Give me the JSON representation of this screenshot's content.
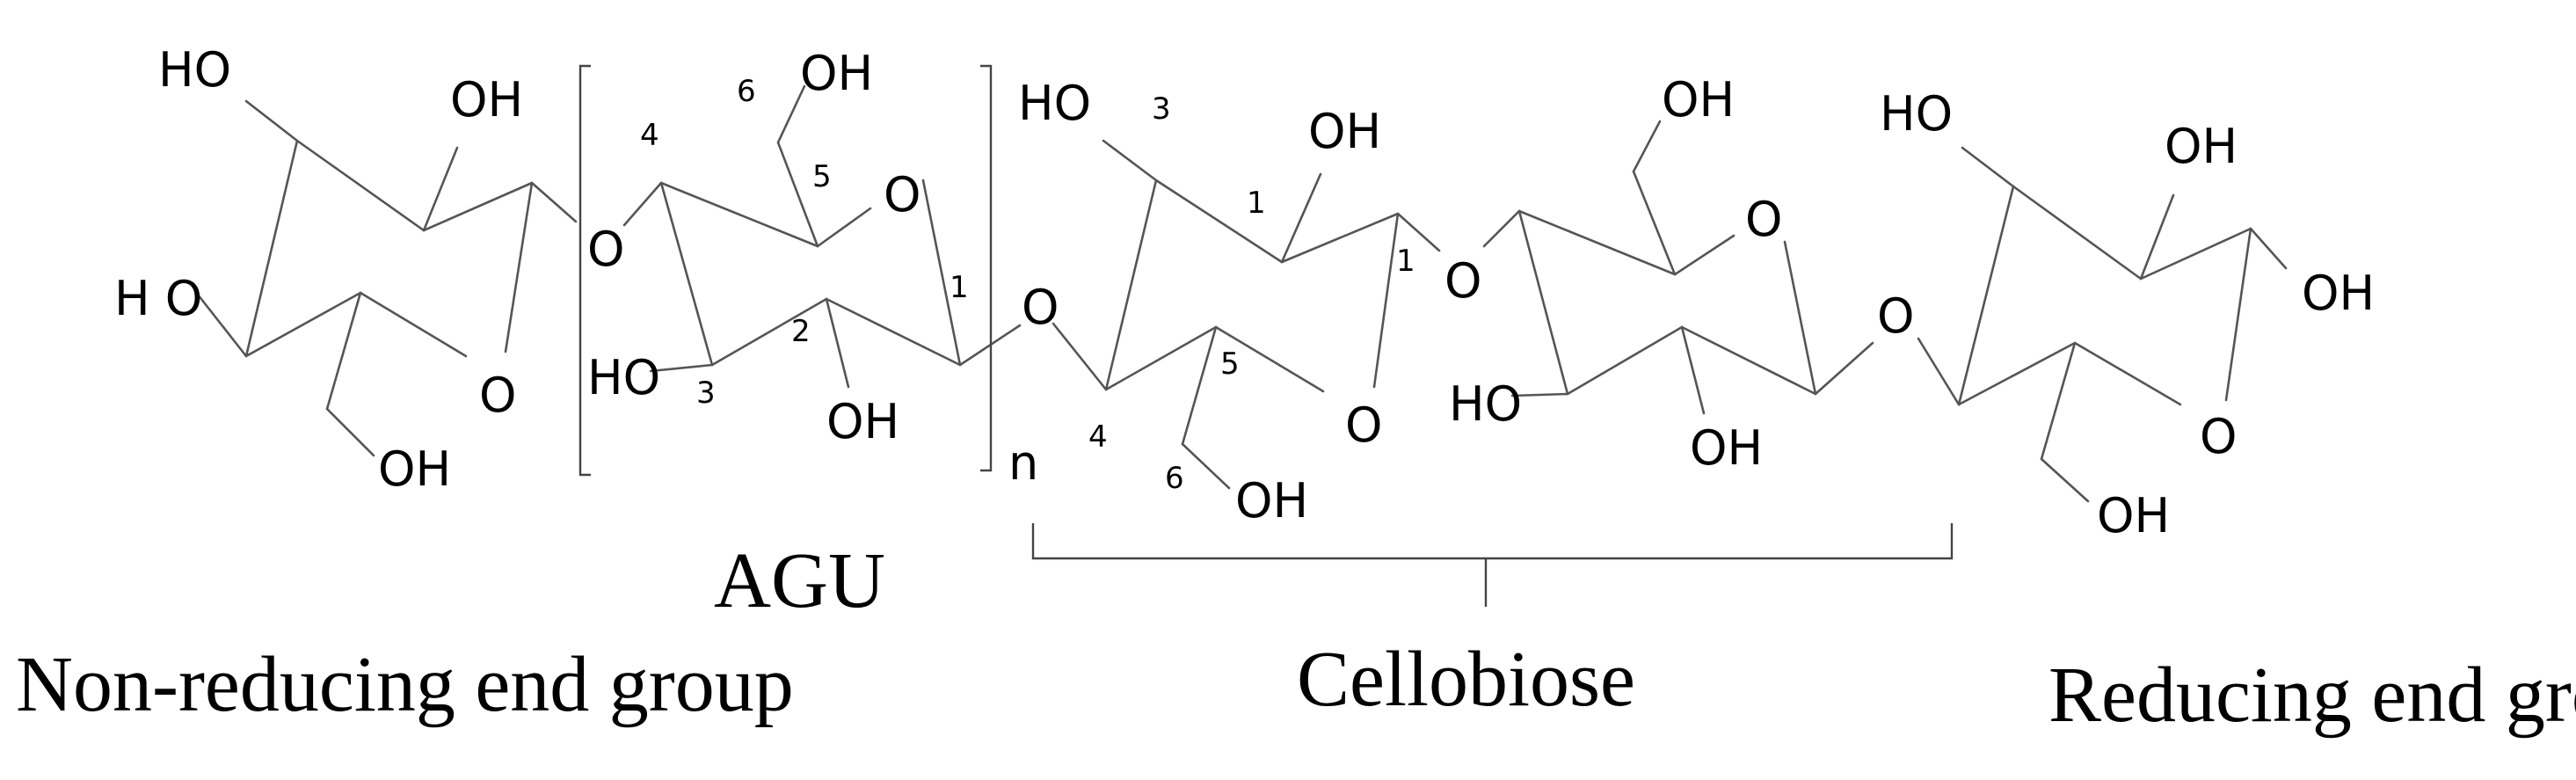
{
  "labels": {
    "ho": "HO",
    "oh": "OH",
    "o": "O",
    "n": "n",
    "h_space_o": "H O",
    "agu": "AGU",
    "cellobiose": "Cellobiose",
    "non_reducing": "Non-reducing end group",
    "reducing": "Reducing end group"
  },
  "numbers": {
    "c1": "1",
    "c2": "2",
    "c3": "3",
    "c4": "4",
    "c5": "5",
    "c6": "6"
  }
}
